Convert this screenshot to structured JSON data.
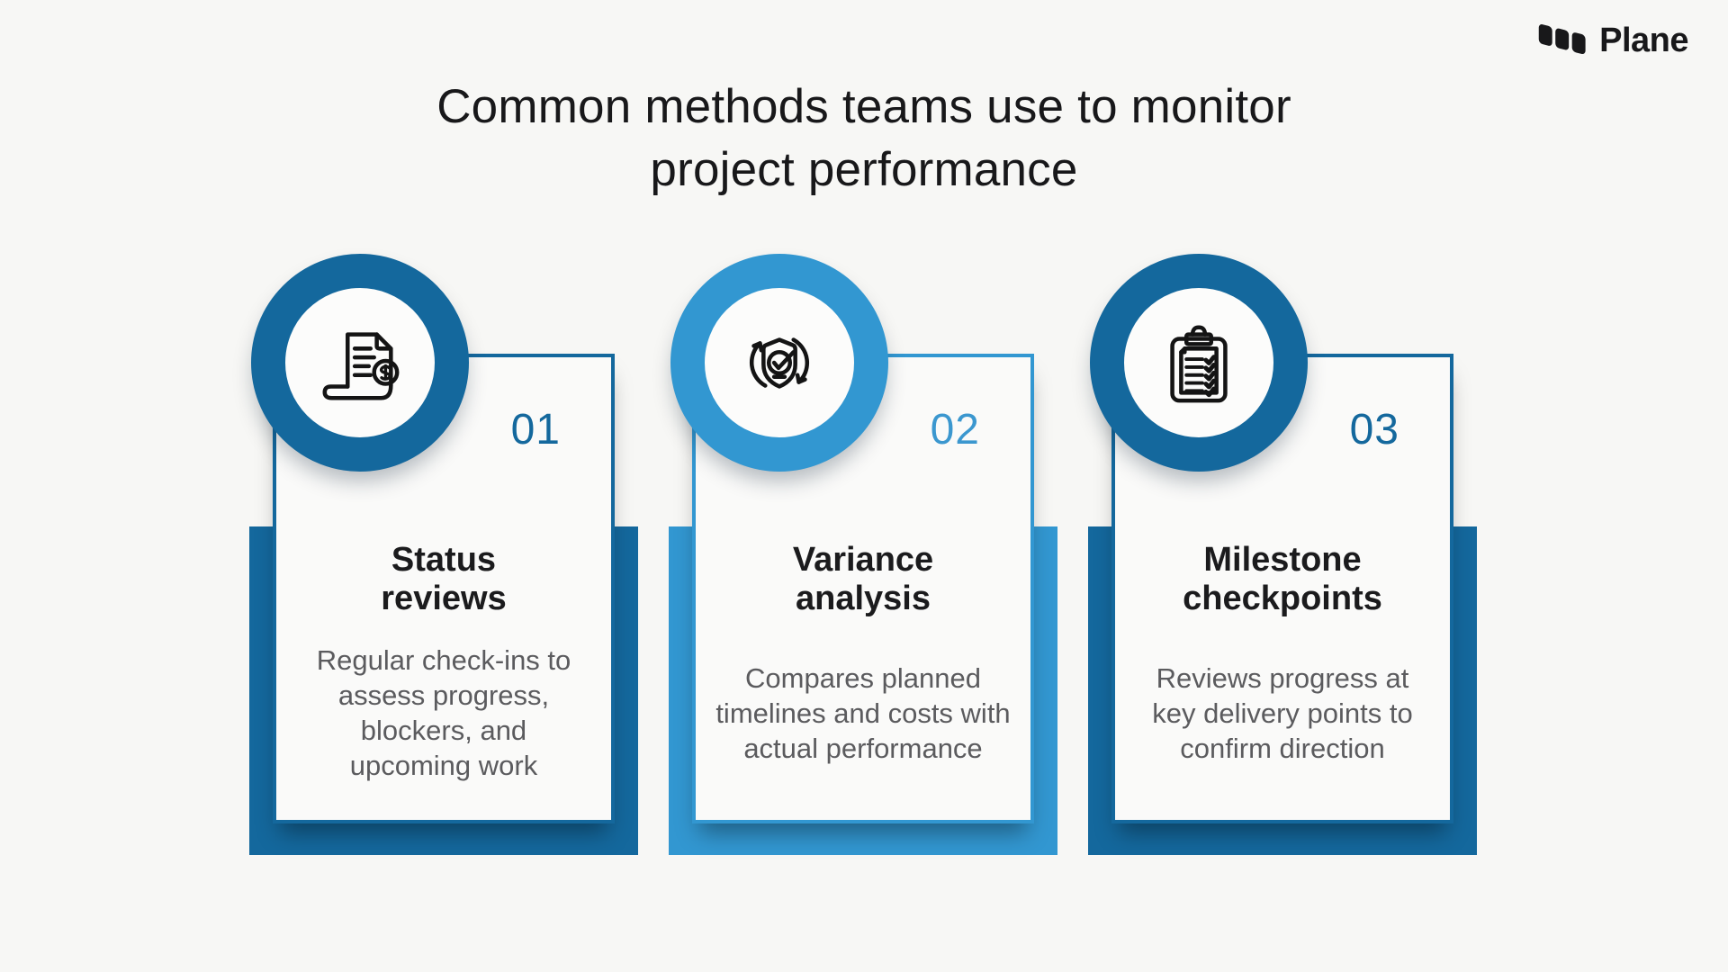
{
  "brand": {
    "name": "Plane",
    "logo_icon": "plane-logo-mark",
    "color": "#18181a"
  },
  "title": {
    "text": "Common methods teams use to monitor\nproject performance",
    "color": "#18181a"
  },
  "colors": {
    "background": "#f7f7f5",
    "card_background": "#fafaf9",
    "dark_blue": "#14689d",
    "light_blue": "#3297d1",
    "heading_text": "#1b1b1d",
    "body_text": "#5b5b5e"
  },
  "items": [
    {
      "number": "01",
      "accent": "#14689d",
      "icon": "receipt-dollar-icon",
      "heading": "Status\nreviews",
      "body": "Regular check-ins to\nassess progress,\nblockers, and\nupcoming work"
    },
    {
      "number": "02",
      "accent": "#3297d1",
      "icon": "shield-check-refresh-icon",
      "heading": "Variance\nanalysis",
      "body": "Compares planned\ntimelines and costs with\nactual performance"
    },
    {
      "number": "03",
      "accent": "#14689d",
      "icon": "clipboard-checklist-icon",
      "heading": "Milestone\ncheckpoints",
      "body": "Reviews progress at\nkey delivery points to\nconfirm direction"
    }
  ]
}
